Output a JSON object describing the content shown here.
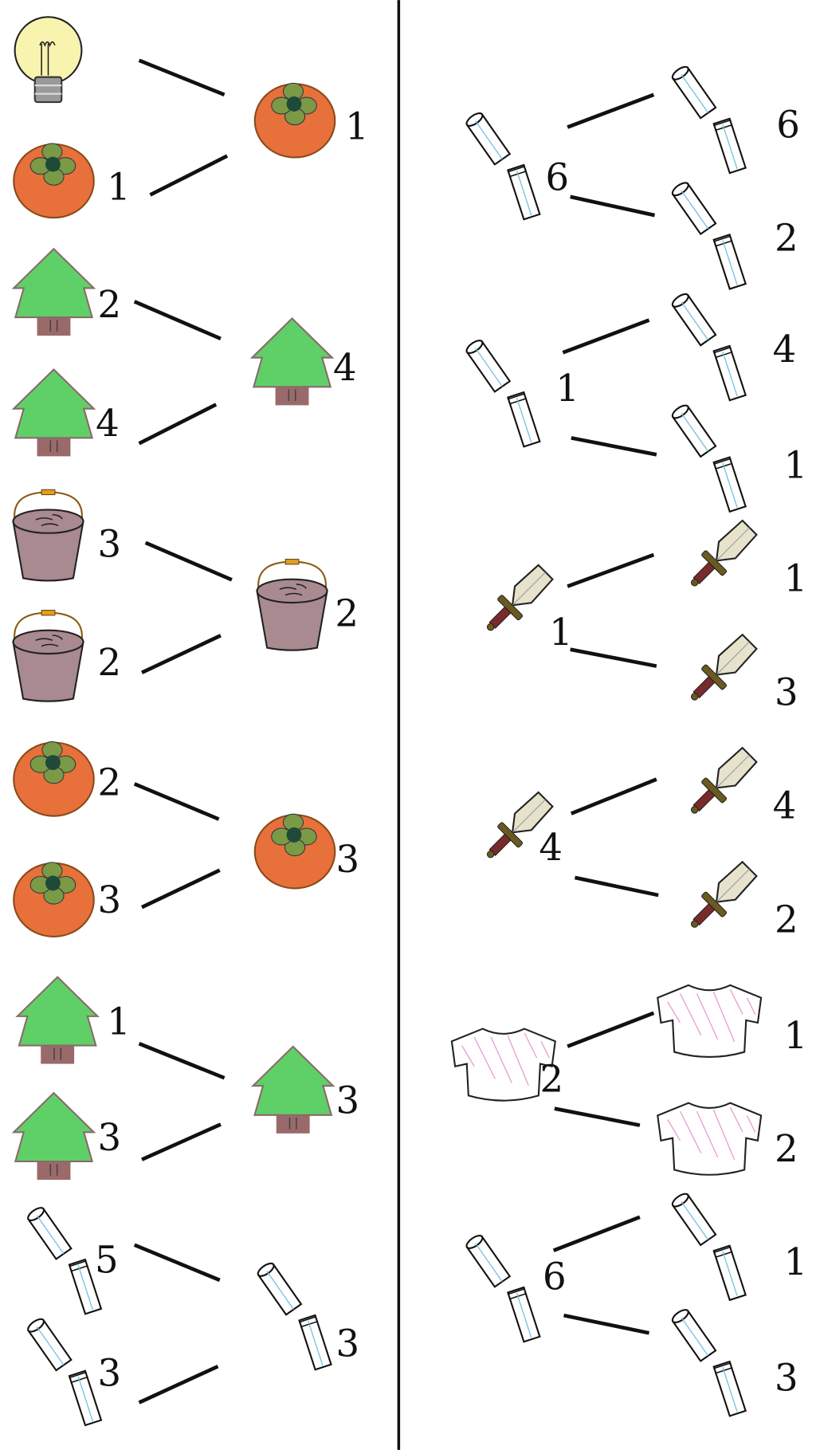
{
  "groups": [
    {
      "sources": [
        {
          "icon": "lightbulb",
          "label": ""
        },
        {
          "icon": "persimmon",
          "label": "1"
        }
      ],
      "target": {
        "icon": "persimmon",
        "label": "1"
      }
    },
    {
      "sources": [
        {
          "icon": "tree",
          "label": "2"
        },
        {
          "icon": "tree",
          "label": "4"
        }
      ],
      "target": {
        "icon": "tree",
        "label": "4"
      }
    },
    {
      "sources": [
        {
          "icon": "bucket",
          "label": "3"
        },
        {
          "icon": "bucket",
          "label": "2"
        }
      ],
      "target": {
        "icon": "bucket",
        "label": "2"
      }
    },
    {
      "sources": [
        {
          "icon": "persimmon",
          "label": "2"
        },
        {
          "icon": "persimmon",
          "label": "3"
        }
      ],
      "target": {
        "icon": "persimmon",
        "label": "3"
      }
    },
    {
      "sources": [
        {
          "icon": "tree",
          "label": "1"
        },
        {
          "icon": "tree",
          "label": "3"
        }
      ],
      "target": {
        "icon": "tree",
        "label": "3"
      }
    },
    {
      "sources": [
        {
          "icon": "flute",
          "label": "5"
        },
        {
          "icon": "flute",
          "label": "3"
        }
      ],
      "target": {
        "icon": "flute",
        "label": "3"
      }
    },
    {
      "source": {
        "icon": "flute",
        "label": "6"
      },
      "targets": [
        {
          "icon": "flute",
          "label": "6"
        },
        {
          "icon": "flute",
          "label": "2"
        }
      ]
    },
    {
      "source": {
        "icon": "flute",
        "label": "1"
      },
      "targets": [
        {
          "icon": "flute",
          "label": "4"
        },
        {
          "icon": "flute",
          "label": "1"
        }
      ]
    },
    {
      "source": {
        "icon": "sword",
        "label": "1"
      },
      "targets": [
        {
          "icon": "sword",
          "label": "1"
        },
        {
          "icon": "sword",
          "label": "3"
        }
      ]
    },
    {
      "source": {
        "icon": "sword",
        "label": "4"
      },
      "targets": [
        {
          "icon": "sword",
          "label": "4"
        },
        {
          "icon": "sword",
          "label": "2"
        }
      ]
    },
    {
      "source": {
        "icon": "shirt",
        "label": "2"
      },
      "targets": [
        {
          "icon": "shirt",
          "label": "1"
        },
        {
          "icon": "shirt",
          "label": "2"
        }
      ]
    },
    {
      "source": {
        "icon": "flute",
        "label": "6"
      },
      "targets": [
        {
          "icon": "flute",
          "label": "1"
        },
        {
          "icon": "flute",
          "label": "3"
        }
      ]
    }
  ]
}
